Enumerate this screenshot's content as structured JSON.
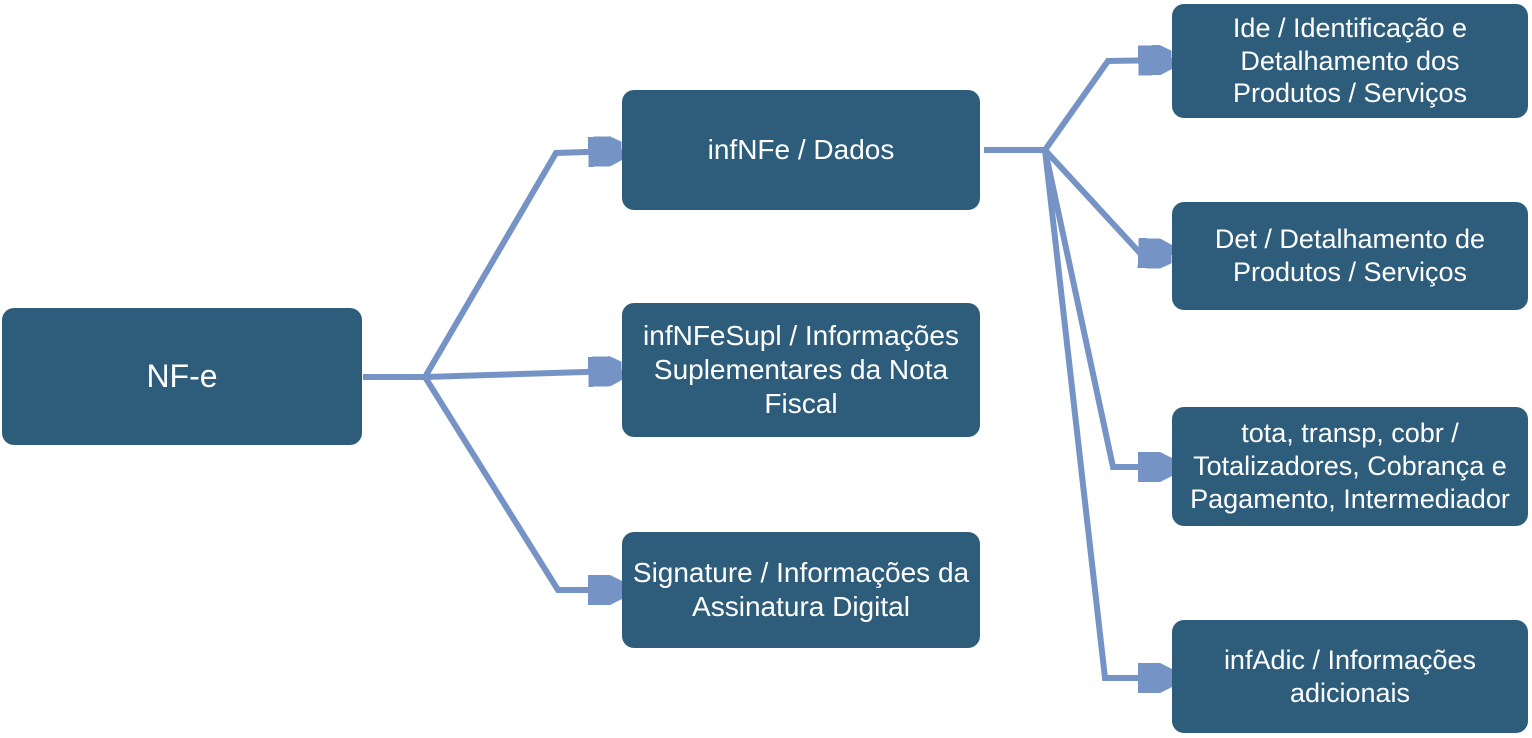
{
  "colors": {
    "box_fill": "#2E5D7C",
    "box_text": "#FFFFFF",
    "arrow": "#7693C6",
    "background": "#FFFFFF"
  },
  "nodes": {
    "nfe": {
      "label": "NF-e"
    },
    "infnfe": {
      "label": "infNFe / Dados"
    },
    "infnfesupl": {
      "label": "infNFeSupl / Informações\nSuplementares da Nota\nFiscal"
    },
    "signature": {
      "label": "Signature / Informações da\nAssinatura Digital"
    },
    "ide": {
      "label": "Ide / Identificação e\nDetalhamento dos\nProdutos / Serviços"
    },
    "det": {
      "label": "Det / Detalhamento de\nProdutos / Serviços"
    },
    "tota": {
      "label": "tota, transp, cobr /\nTotalizadores, Cobrança e\nPagamento, Intermediador"
    },
    "infadic": {
      "label": "infAdic / Informações\nadicionais"
    }
  },
  "edges": [
    {
      "from": "nfe",
      "to": "infnfe"
    },
    {
      "from": "nfe",
      "to": "infnfesupl"
    },
    {
      "from": "nfe",
      "to": "signature"
    },
    {
      "from": "infnfe",
      "to": "ide"
    },
    {
      "from": "infnfe",
      "to": "det"
    },
    {
      "from": "infnfe",
      "to": "tota"
    },
    {
      "from": "infnfe",
      "to": "infadic"
    }
  ]
}
